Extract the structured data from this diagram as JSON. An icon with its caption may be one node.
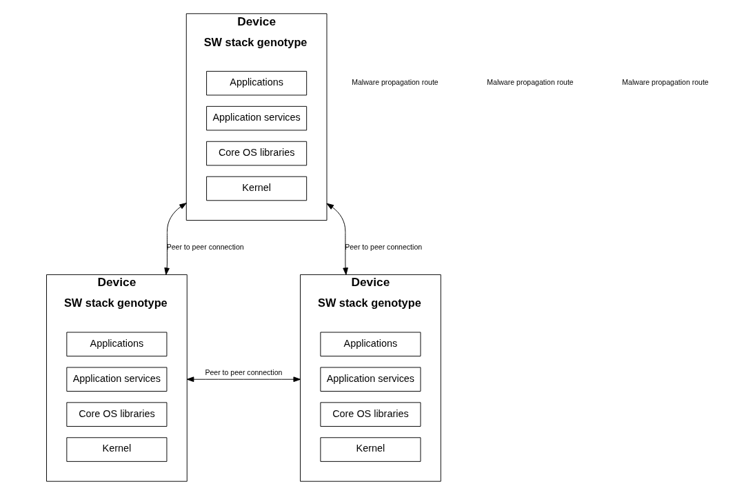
{
  "diagram": {
    "nodes": [
      {
        "text": [
          "Device",
          "SW stack genotype"
        ]
      },
      {
        "text": [
          "Applications"
        ],
        "in": 0
      },
      {
        "text": [
          "Application services"
        ],
        "in": 0
      },
      {
        "text": [
          "Core OS libraries"
        ],
        "in": 0
      },
      {
        "text": [
          "Kernel"
        ],
        "in": 0
      },
      {
        "text": [
          "Device",
          "SW stack genotype"
        ]
      },
      {
        "text": [
          "Applications"
        ],
        "in": 5
      },
      {
        "text": [
          "Application services"
        ],
        "in": 5
      },
      {
        "text": [
          "Core OS libraries"
        ],
        "in": 5
      },
      {
        "text": [
          "Kernel"
        ],
        "in": 5
      },
      {
        "text": [
          "Device",
          "SW stack genotype"
        ]
      },
      {
        "text": [
          "Applications"
        ],
        "in": 10
      },
      {
        "text": [
          "Application services"
        ],
        "in": 10
      },
      {
        "text": [
          "Core OS libraries"
        ],
        "in": 10
      },
      {
        "text": [
          "Kernel"
        ],
        "in": 10
      }
    ],
    "edges": [
      {
        "from": 0,
        "to": 5,
        "arrow": "both",
        "label": "Peer to peer connection"
      },
      {
        "from": 0,
        "to": 10,
        "arrow": "both",
        "label": "Peer to peer connection"
      },
      {
        "from": 5,
        "to": 10,
        "arrow": "both",
        "label": "Peer to peer connection"
      }
    ],
    "labels": [
      "Malware propagation route",
      "Malware propagation route",
      "Malware propagation route"
    ]
  }
}
